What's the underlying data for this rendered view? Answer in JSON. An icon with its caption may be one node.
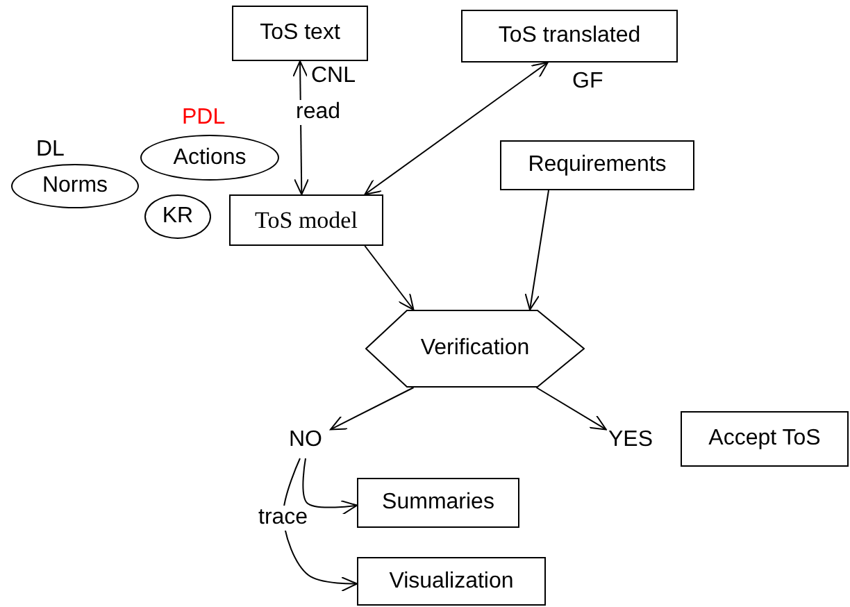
{
  "diagram": {
    "nodes": [
      {
        "text": [
          "ToS text"
        ]
      },
      {
        "text": [
          "ToS translated"
        ]
      },
      {
        "text": [
          "Actions"
        ],
        "beside": [
          "PDL"
        ]
      },
      {
        "text": [
          "Norms"
        ],
        "beside": [
          "DL"
        ]
      },
      {
        "text": [
          "KR"
        ]
      },
      {
        "text": [
          "ToS model"
        ]
      },
      {
        "text": [
          "Requirements"
        ]
      },
      {
        "text": [
          "Verification"
        ]
      },
      {
        "text": [
          "NO"
        ]
      },
      {
        "text": [
          "YES"
        ]
      },
      {
        "text": [
          "Accept ToS"
        ]
      },
      {
        "text": [
          "Summaries"
        ]
      },
      {
        "text": [
          "Visualization"
        ]
      }
    ],
    "edges": [
      {
        "from": 0,
        "to": 5,
        "arrow": "both",
        "label": "read"
      },
      {
        "from": 5,
        "to": 1,
        "arrow": "both"
      },
      {
        "from": 5,
        "to": 7,
        "arrow": "to"
      },
      {
        "from": 6,
        "to": 7,
        "arrow": "to"
      },
      {
        "from": 7,
        "to": 8,
        "arrow": "to"
      },
      {
        "from": 7,
        "to": 9,
        "arrow": "to"
      },
      {
        "from": 8,
        "to": 11,
        "arrow": "to"
      },
      {
        "from": 8,
        "to": 12,
        "arrow": "to",
        "label": "trace"
      }
    ],
    "labels": [
      "CNL",
      "GF"
    ]
  }
}
